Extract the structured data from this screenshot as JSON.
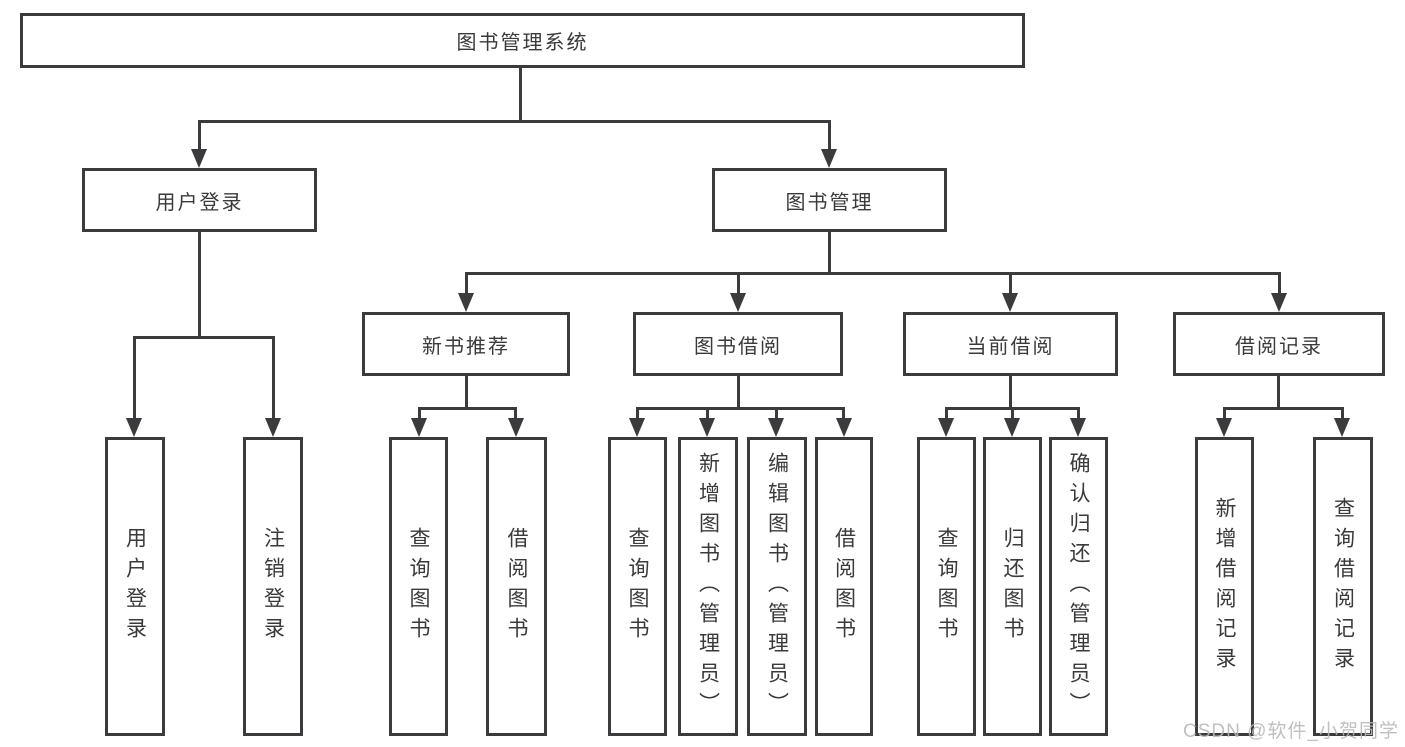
{
  "diagram": {
    "nodes": {
      "root": "图书管理系统",
      "user_login": "用户登录",
      "book_management": "图书管理",
      "new_book_recommend": "新书推荐",
      "book_borrow": "图书借阅",
      "current_borrow": "当前借阅",
      "borrow_records": "借阅记录",
      "leaf_user_login": "用户登录",
      "leaf_logout": "注销登录",
      "leaf_recommend_query_books": "查询图书",
      "leaf_recommend_borrow_books": "借阅图书",
      "leaf_borrow_query_books": "查询图书",
      "leaf_borrow_add_books": "新增图书（管理员）",
      "leaf_borrow_edit_books": "编辑图书（管理员）",
      "leaf_borrow_borrow_books": "借阅图书",
      "leaf_current_query_books": "查询图书",
      "leaf_current_return_books": "归还图书",
      "leaf_current_confirm_return": "确认归还（管理员）",
      "leaf_records_add_record": "新增借阅记录",
      "leaf_records_query_record": "查询借阅记录"
    },
    "watermark": "CSDN @软件_小贺同学",
    "colors": {
      "line": "#3b3b3d",
      "text": "#3a3a3c",
      "watermark": "#b9b9b9",
      "background": "#ffffff"
    }
  }
}
